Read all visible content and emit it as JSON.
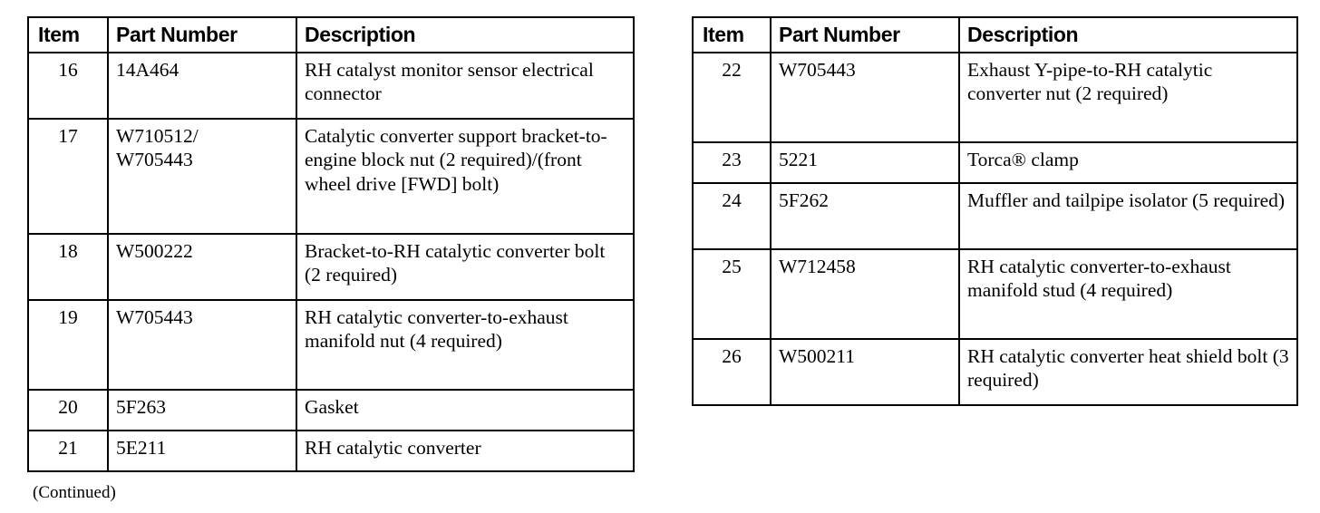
{
  "document": {
    "type": "parts-reference-table",
    "footnote": "(Continued)",
    "colors": {
      "background": "#ffffff",
      "text": "#000000",
      "border": "#000000"
    }
  },
  "tables": [
    {
      "id": "left",
      "columns": [
        "Item",
        "Part Number",
        "Description"
      ],
      "rows": [
        {
          "item": "16",
          "part_number": "14A464",
          "description": "RH catalyst monitor sensor electrical connector",
          "lines": 2
        },
        {
          "item": "17",
          "part_number": "W710512/\nW705443",
          "description": "Catalytic converter support bracket-to-engine block nut (2 required)/(front wheel drive [FWD] bolt)",
          "lines": 4
        },
        {
          "item": "18",
          "part_number": "W500222",
          "description": "Bracket-to-RH catalytic converter bolt (2 required)",
          "lines": 2
        },
        {
          "item": "19",
          "part_number": "W705443",
          "description": "RH catalytic converter-to-exhaust manifold nut (4 required)",
          "lines": 3
        },
        {
          "item": "20",
          "part_number": "5F263",
          "description": "Gasket",
          "lines": 1
        },
        {
          "item": "21",
          "part_number": "5E211",
          "description": "RH catalytic converter",
          "lines": 1
        }
      ]
    },
    {
      "id": "right",
      "columns": [
        "Item",
        "Part Number",
        "Description"
      ],
      "rows": [
        {
          "item": "22",
          "part_number": "W705443",
          "description": "Exhaust Y-pipe-to-RH catalytic converter nut (2 required)",
          "lines": 3
        },
        {
          "item": "23",
          "part_number": "5221",
          "description": "Torca® clamp",
          "lines": 1
        },
        {
          "item": "24",
          "part_number": "5F262",
          "description": "Muffler and tailpipe isolator (5 required)",
          "lines": 2
        },
        {
          "item": "25",
          "part_number": "W712458",
          "description": "RH catalytic converter-to-exhaust manifold stud (4 required)",
          "lines": 3
        },
        {
          "item": "26",
          "part_number": "W500211",
          "description": "RH catalytic converter heat shield bolt (3 required)",
          "lines": 2
        }
      ]
    }
  ]
}
